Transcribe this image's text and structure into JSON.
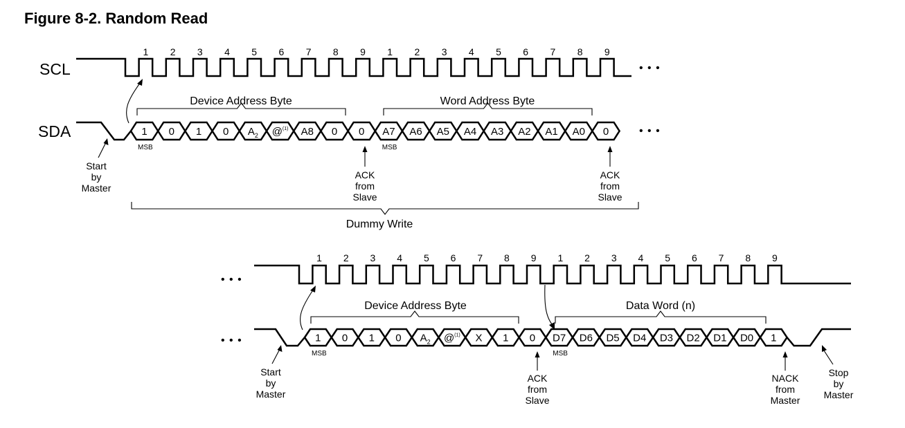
{
  "title": "Figure 8-2.  Random Read",
  "ellipsis": "• • •",
  "signals": {
    "scl": "SCL",
    "sda": "SDA"
  },
  "labels": {
    "msb": "MSB",
    "device_address_byte": "Device Address Byte",
    "word_address_byte": "Word Address Byte",
    "data_word": "Data Word (n)",
    "dummy_write": "Dummy Write",
    "start_by_master": [
      "Start",
      "by",
      "Master"
    ],
    "ack_from_slave": [
      "ACK",
      "from",
      "Slave"
    ],
    "nack_from_master": [
      "NACK",
      "from",
      "Master"
    ],
    "stop_by_master": [
      "Stop",
      "by",
      "Master"
    ]
  },
  "clock_numbers": [
    "1",
    "2",
    "3",
    "4",
    "5",
    "6",
    "7",
    "8",
    "9",
    "1",
    "2",
    "3",
    "4",
    "5",
    "6",
    "7",
    "8",
    "9"
  ],
  "top_bits": [
    {
      "t": "1"
    },
    {
      "t": "0"
    },
    {
      "t": "1"
    },
    {
      "t": "0"
    },
    {
      "t": "A",
      "sub": "2"
    },
    {
      "t": "@",
      "sup": "(1)"
    },
    {
      "t": "A8"
    },
    {
      "t": "0"
    },
    {
      "t": "0"
    },
    {
      "t": "A7"
    },
    {
      "t": "A6"
    },
    {
      "t": "A5"
    },
    {
      "t": "A4"
    },
    {
      "t": "A3"
    },
    {
      "t": "A2"
    },
    {
      "t": "A1"
    },
    {
      "t": "A0"
    },
    {
      "t": "0"
    }
  ],
  "bottom_bits": [
    {
      "t": "1"
    },
    {
      "t": "0"
    },
    {
      "t": "1"
    },
    {
      "t": "0"
    },
    {
      "t": "A",
      "sub": "2"
    },
    {
      "t": "@",
      "sup": "(1)"
    },
    {
      "t": "X"
    },
    {
      "t": "1"
    },
    {
      "t": "0"
    },
    {
      "t": "D7"
    },
    {
      "t": "D6"
    },
    {
      "t": "D5"
    },
    {
      "t": "D4"
    },
    {
      "t": "D3"
    },
    {
      "t": "D2"
    },
    {
      "t": "D1"
    },
    {
      "t": "D0"
    },
    {
      "t": "1"
    }
  ]
}
